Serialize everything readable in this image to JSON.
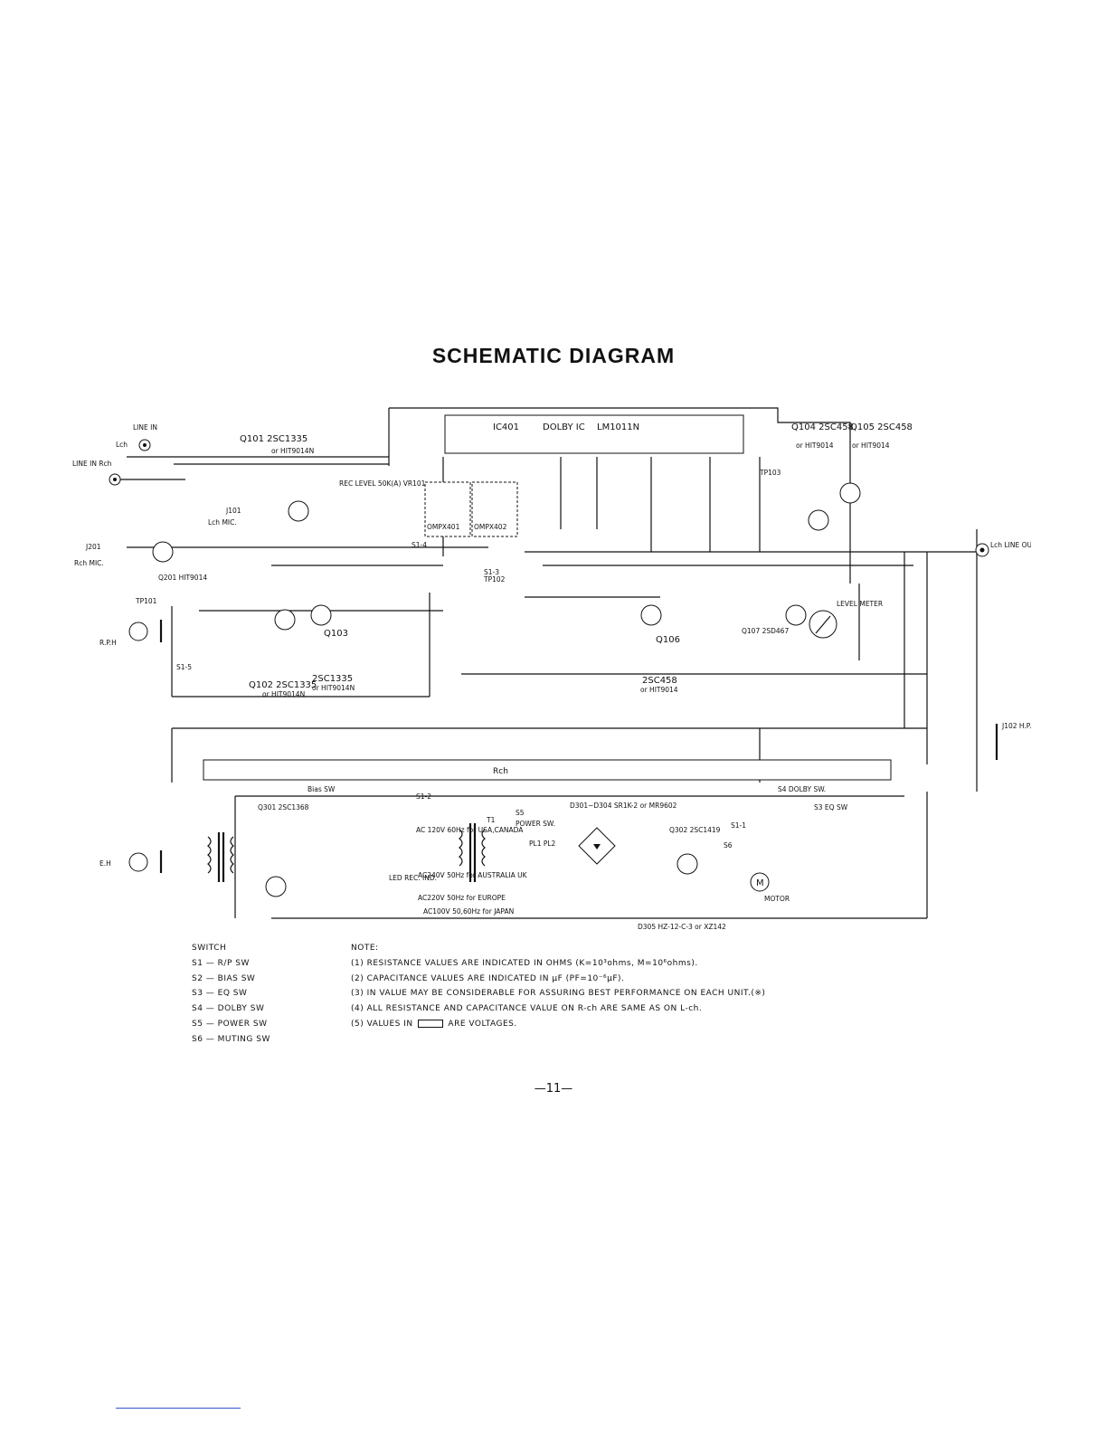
{
  "title": "SCHEMATIC DIAGRAM",
  "labels": {
    "line_in": "LINE IN",
    "lch": "Lch",
    "line_in_rch": "LINE IN Rch",
    "rch_mic": "Rch MIC.",
    "lch_mic": "Lch MIC.",
    "q101": "Q101 2SC1335",
    "q101_alt": "or HIT9014N",
    "q102": "Q102 2SC1335",
    "q102_alt": "or HIT9014N",
    "q103": "2SC1335",
    "q103_alt": "or HIT9014N",
    "q103_name": "Q103",
    "q104": "Q104 2SC458",
    "q104_alt": "or HIT9014",
    "q105": "Q105 2SC458",
    "q105_alt": "or HIT9014",
    "q106": "Q106",
    "q106_type": "2SC458",
    "q106_alt": "or HIT9014",
    "q107": "Q107 2SD467",
    "q201": "Q201 HIT9014",
    "q301": "Q301 2SC1368",
    "q302": "Q302 2SC1419",
    "ic401": "IC401",
    "dolby_ic": "DOLBY IC",
    "lm1011n": "LM1011N",
    "ompx401": "OMPX401",
    "ompx402": "OMPX402",
    "level_meter": "LEVEL METER",
    "line_out": "Lch LINE OUT",
    "rph": "R.P.H",
    "eh": "E.H",
    "hp": "J102 H.P.",
    "rch_bar": "Rch",
    "motor": "MOTOR",
    "bias_sw": "Bias SW",
    "power_sw": "POWER SW.",
    "dolby_sw": "S4 DOLBY SW.",
    "eq_sw": "S3 EQ SW",
    "ac_usa": "AC 120V 60Hz for USA,CANADA",
    "ac_aus": "AC240V 50Hz for AUSTRALIA UK",
    "ac_eu": "AC220V 50Hz for EUROPE",
    "ac_jp": "AC100V 50,60Hz for JAPAN",
    "rec_level": "REC LEVEL 50K(A) VR101",
    "led": "LED REC. IND.",
    "tp101": "TP101",
    "tp102": "TP102",
    "tp103": "TP103",
    "d301": "D301~D304 SR1K-2 or MR9602",
    "d305": "D305 HZ-12-C-3 or XZ142",
    "j201": "J201",
    "j101": "J101",
    "s1_4": "S1-4",
    "s1_5": "S1-5",
    "s1_3": "S1-3",
    "s1_2": "S1-2",
    "s1_1": "S1-1",
    "s5": "S5",
    "s6": "S6",
    "t1": "T1",
    "pl": "PL1 PL2"
  },
  "switch_title": "SWITCH",
  "switches": [
    "S1 — R/P SW",
    "S2 — BIAS SW",
    "S3 — EQ SW",
    "S4 — DOLBY SW",
    "S5 — POWER SW",
    "S6 — MUTING SW"
  ],
  "note_title": "NOTE:",
  "notes": [
    "(1) RESISTANCE VALUES ARE INDICATED IN OHMS (K=10³ohms, M=10⁶ohms).",
    "(2) CAPACITANCE VALUES ARE INDICATED IN μF (PF=10⁻⁶μF).",
    "(3) IN VALUE MAY BE CONSIDERABLE FOR ASSURING BEST PERFORMANCE ON EACH UNIT.(※)",
    "(4) ALL RESISTANCE AND CAPACITANCE VALUE ON R-ch ARE SAME AS ON L-ch."
  ],
  "note5_prefix": "(5) VALUES IN",
  "note5_suffix": "ARE VOLTAGES.",
  "page_number": "—11—"
}
